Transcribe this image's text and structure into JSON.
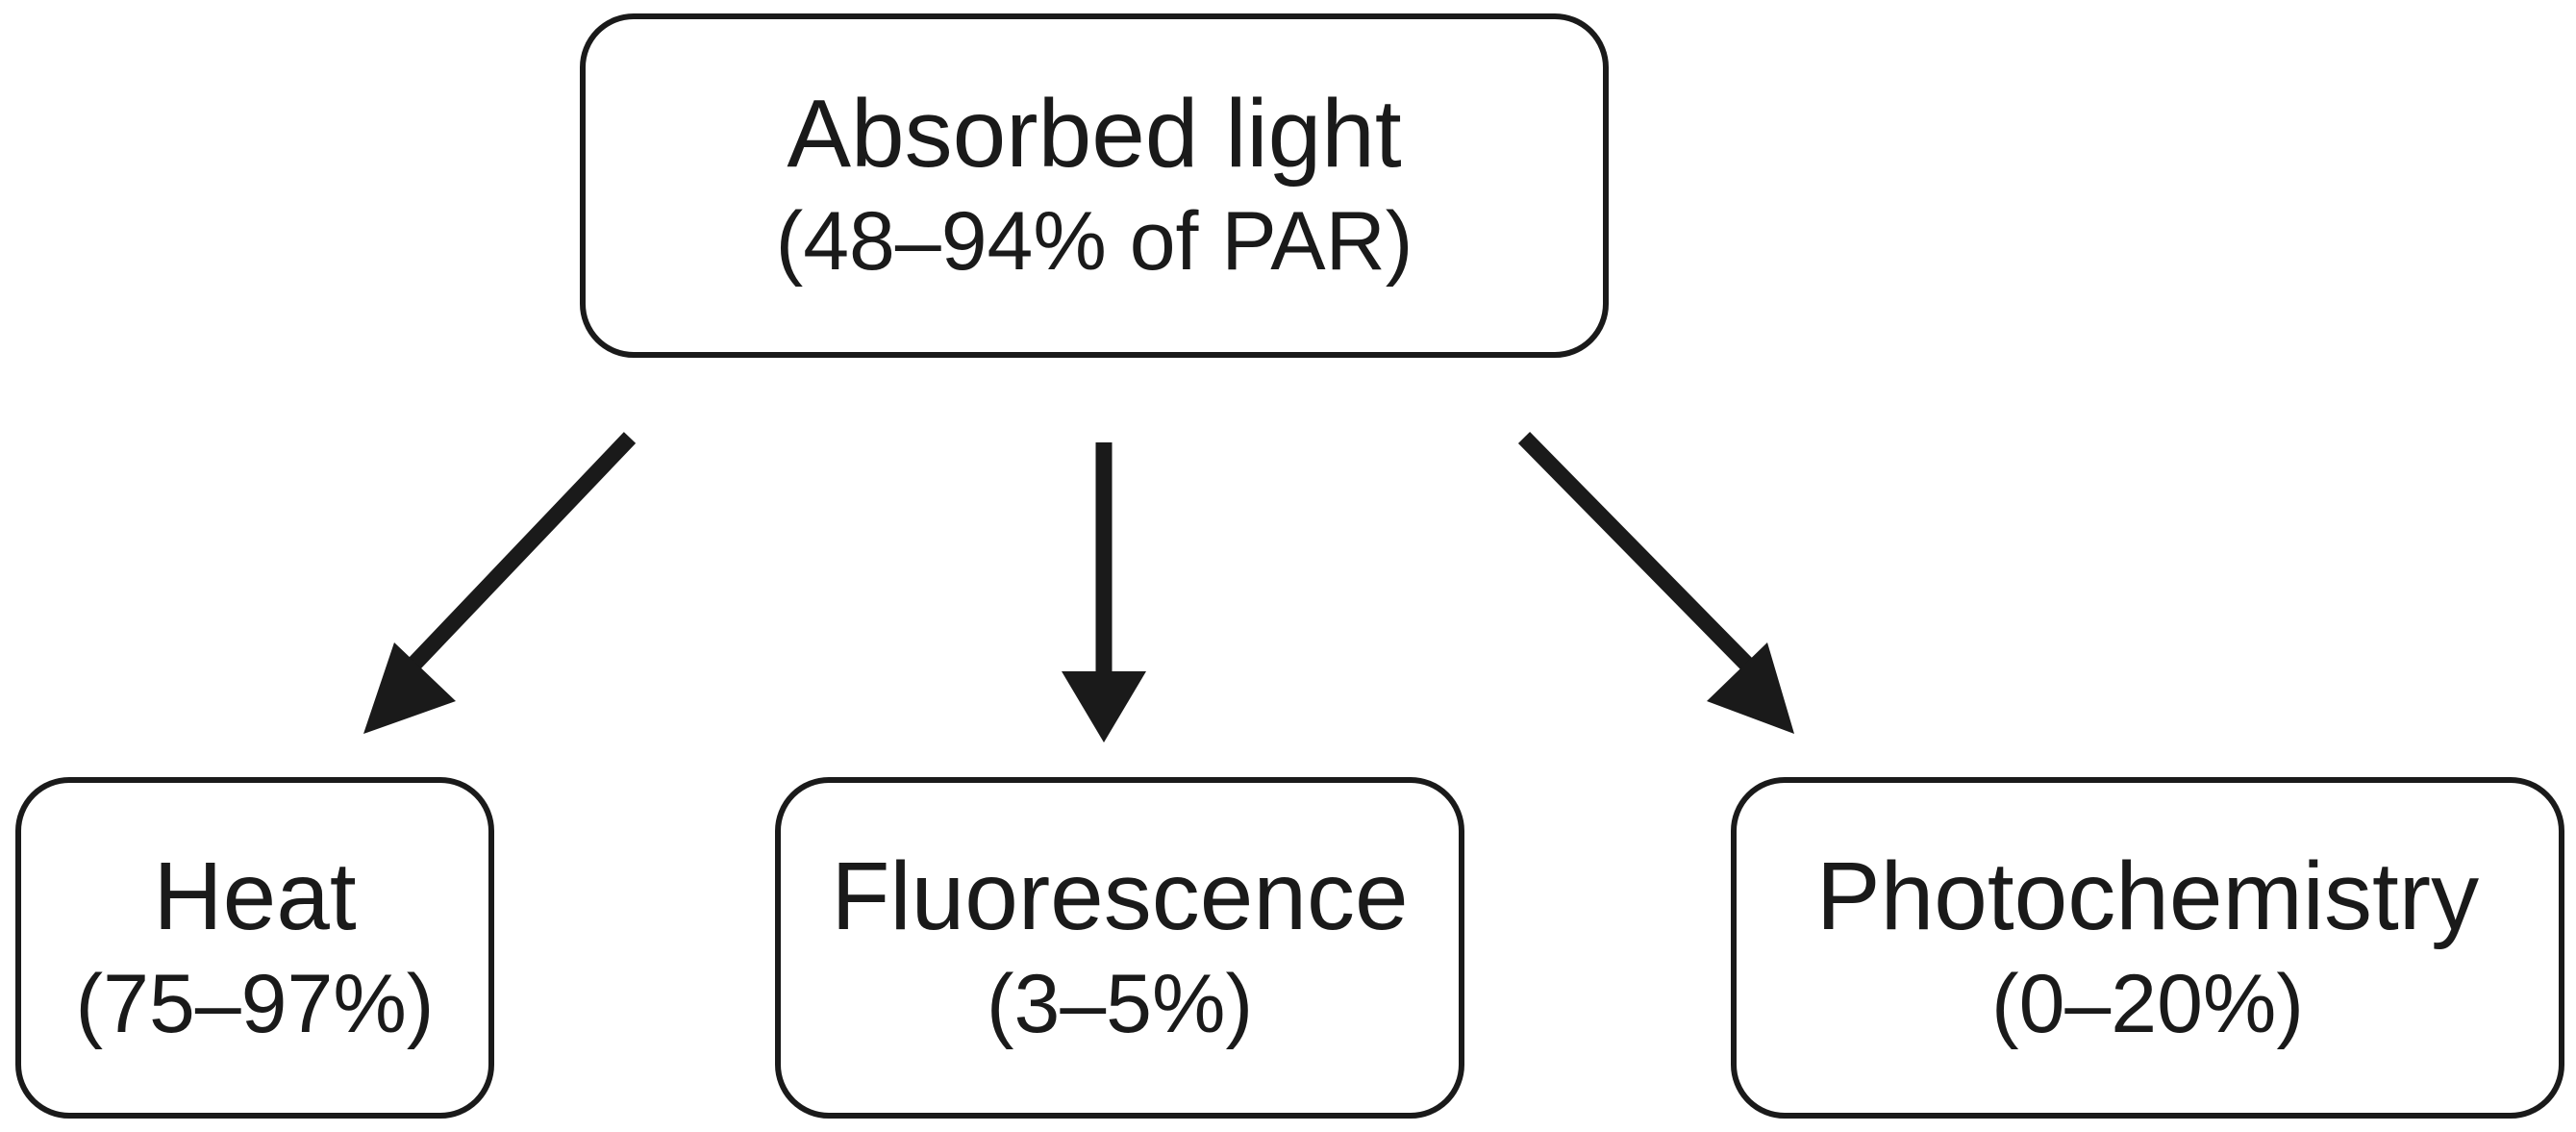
{
  "root": {
    "title": "Absorbed light",
    "subtitle": "(48–94% of PAR)"
  },
  "outcomes": [
    {
      "title": "Heat",
      "subtitle": "(75–97%)"
    },
    {
      "title": "Fluorescence",
      "subtitle": "(3–5%)"
    },
    {
      "title": "Photochemistry",
      "subtitle": "(0–20%)"
    }
  ],
  "colors": {
    "stroke": "#1a1a1a",
    "background": "#ffffff"
  }
}
